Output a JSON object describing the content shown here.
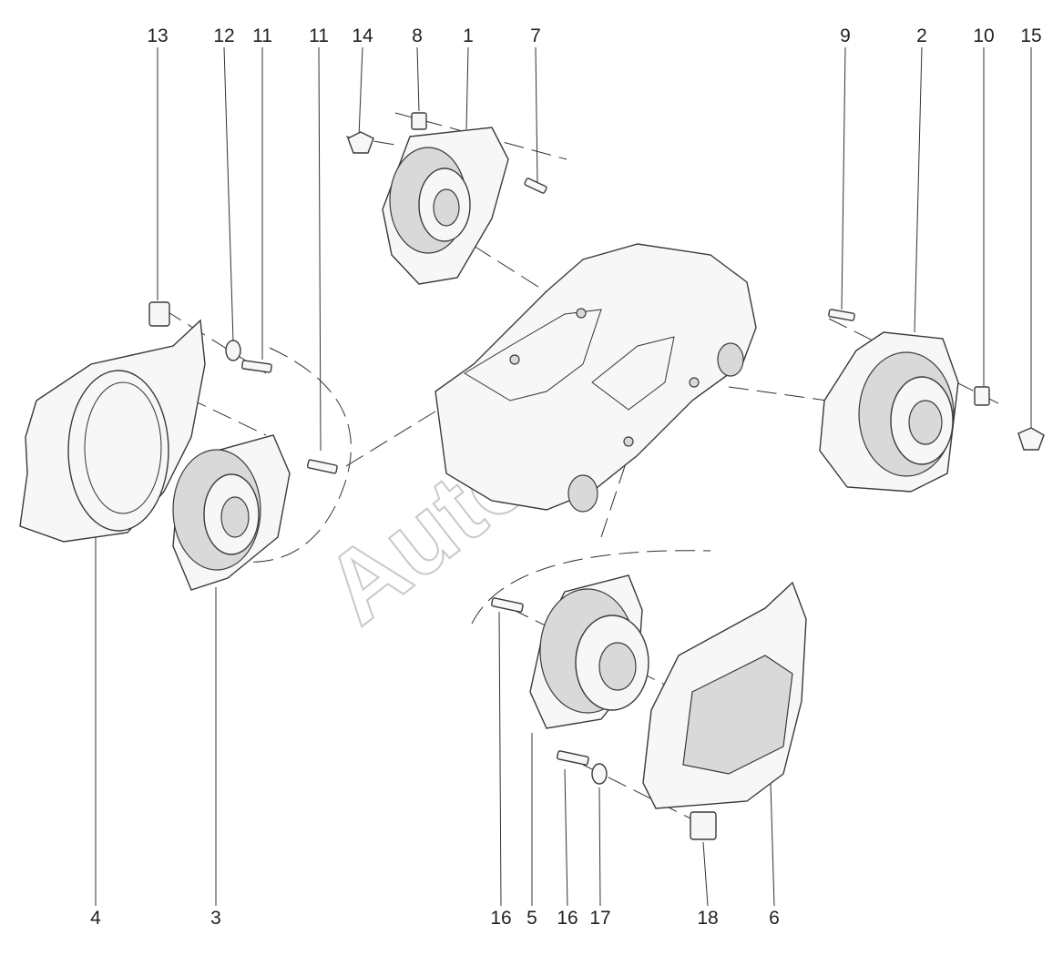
{
  "watermark": "AutoSoft",
  "callouts": {
    "top": [
      "13",
      "12",
      "11",
      "11",
      "14",
      "8",
      "1",
      "7",
      "9",
      "2",
      "10",
      "15"
    ],
    "bottom": [
      "4",
      "3",
      "16",
      "5",
      "16",
      "17",
      "18",
      "6"
    ]
  },
  "colors": {
    "line": "#333333",
    "fill": "#f7f7f7",
    "watermark": "#c9c9c9"
  }
}
